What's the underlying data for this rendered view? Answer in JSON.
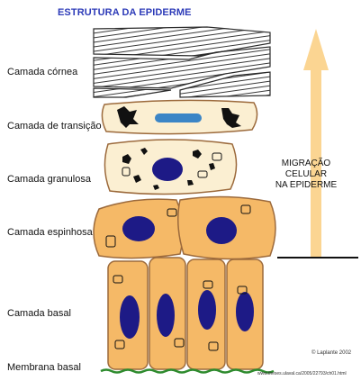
{
  "title": "ESTRUTURA DA EPIDERME",
  "layers": {
    "cornea": "Camada córnea",
    "transicao": "Camada de transição",
    "granulosa": "Camada granulosa",
    "espinhosa": "Camada espinhosa",
    "basal": "Camada basal",
    "membrana": "Membrana basal"
  },
  "migration": {
    "line1": "MIGRAÇÃO CELULAR",
    "line2": "NA EPIDERME"
  },
  "credit": {
    "copyright": "© Laplante 2002",
    "url": "www.theses.ulaval.ca/2005/22793/ch01.html"
  },
  "colors": {
    "cell_fill": "#f5b967",
    "cell_border": "#9c6a3c",
    "nucleus": "#1d1a86",
    "transition_fill": "#fbefd2",
    "arrow": "#fbd592",
    "membrane": "#2e8b2e",
    "title": "#2d3bb8"
  }
}
